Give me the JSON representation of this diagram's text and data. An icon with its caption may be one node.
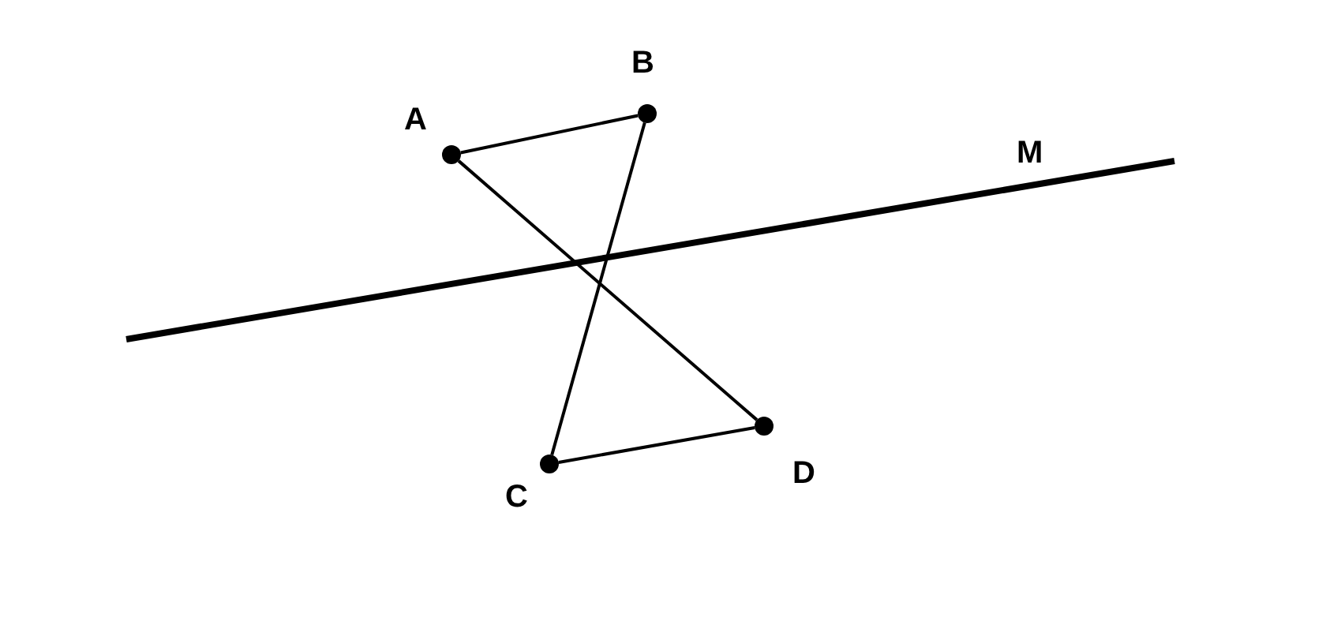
{
  "diagram": {
    "nodes": [
      {
        "text": [],
        "shape": "circle",
        "beside": [
          "A"
        ]
      },
      {
        "text": [],
        "shape": "circle",
        "beside": [
          "B"
        ]
      },
      {
        "text": [],
        "shape": "circle",
        "beside": [
          "C"
        ]
      },
      {
        "text": [],
        "shape": "circle",
        "beside": [
          "D"
        ]
      }
    ],
    "edges": [
      {
        "from": 0,
        "to": 1,
        "arrow": "none"
      },
      {
        "from": 1,
        "to": 2,
        "arrow": "none"
      },
      {
        "from": 0,
        "to": 3,
        "arrow": "none"
      },
      {
        "from": 2,
        "to": 3,
        "arrow": "none"
      }
    ],
    "labels": [
      "M"
    ]
  }
}
